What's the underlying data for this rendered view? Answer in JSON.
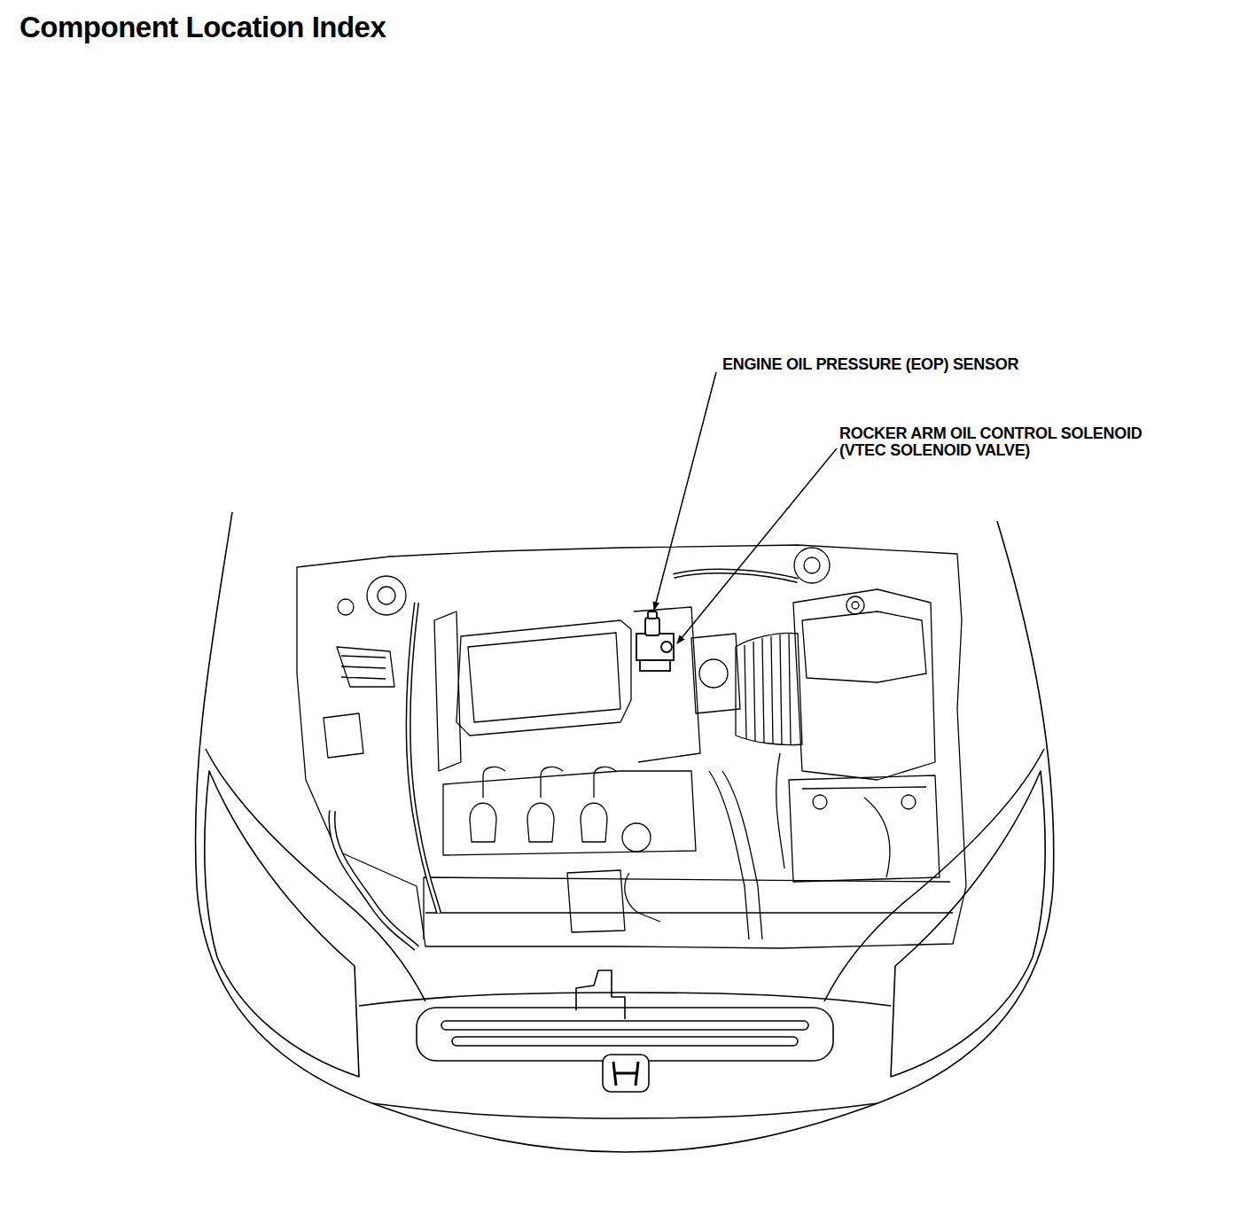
{
  "diagram": {
    "title": "Component Location Index",
    "labels": [
      "ENGINE OIL PRESSURE (EOP) SENSOR",
      "ROCKER ARM OIL CONTROL SOLENOID (VTEC SOLENOID VALVE)"
    ]
  }
}
